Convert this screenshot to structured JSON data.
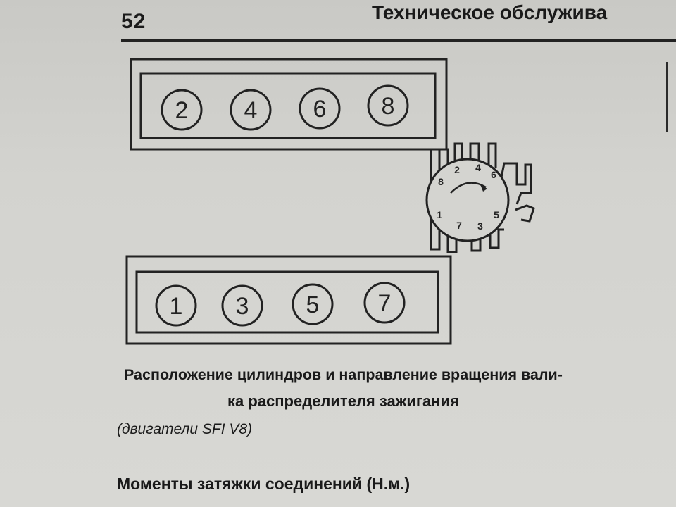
{
  "header": {
    "page_number": "52",
    "running_title": "Техническое обслужива"
  },
  "diagram": {
    "upper_bank_cylinders": [
      "2",
      "4",
      "6",
      "8"
    ],
    "lower_bank_cylinders": [
      "1",
      "3",
      "5",
      "7"
    ],
    "distributor_terminals": [
      "8",
      "2",
      "4",
      "6",
      "1",
      "7",
      "3",
      "5"
    ],
    "rotation_direction": "clockwise"
  },
  "caption": {
    "line1": "Расположение цилиндров и направление вращения вали-",
    "line2": "ка распределителя зажигания",
    "engine_note": "(двигатели SFI V8)"
  },
  "section": {
    "heading": "Моменты затяжки соединений (Н.м.)"
  }
}
